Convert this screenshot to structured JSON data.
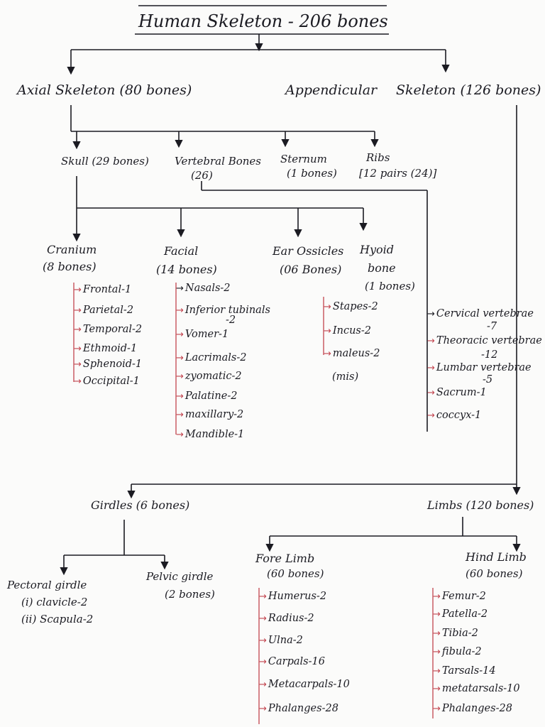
{
  "title": "Human Skeleton - 206 bones",
  "axial": {
    "label": "Axial Skeleton (80 bones)",
    "skull": {
      "label": "Skull (29 bones)",
      "cranium": {
        "label_1": "Cranium",
        "label_2": "(8 bones)",
        "items": [
          "Frontal-1",
          "Parietal-2",
          "Temporal-2",
          "Ethmoid-1",
          "Sphenoid-1",
          "Occipital-1"
        ]
      },
      "facial": {
        "label_1": "Facial",
        "label_2": "(14 bones)",
        "items": [
          "Nasals-2",
          "Inferior tubinals",
          "-2",
          "Vomer-1",
          "Lacrimals-2",
          "zyomatic-2",
          "Palatine-2",
          "maxillary-2",
          "Mandible-1"
        ]
      },
      "ear": {
        "label_1": "Ear Ossicles",
        "label_2": "(06 Bones)",
        "items": [
          "Stapes-2",
          "Incus-2",
          "maleus-2"
        ],
        "note": "(mis)"
      },
      "hyoid": {
        "label_1": "Hyoid",
        "label_2": "bone",
        "label_3": "(1 bones)"
      }
    },
    "vertebral": {
      "label_1": "Vertebral Bones",
      "label_2": "(26)",
      "items": [
        "Cervical vertebrae",
        "-7",
        "Theoracic vertebrae",
        "-12",
        "Lumbar vertebrae",
        "-5",
        "Sacrum-1",
        "coccyx-1"
      ]
    },
    "sternum": {
      "label_1": "Sternum",
      "label_2": "(1 bones)"
    },
    "ribs": {
      "label_1": "Ribs",
      "label_2": "[12 pairs (24)]"
    }
  },
  "appendicular": {
    "label_1": "Appendicular",
    "label_2": "Skeleton (126 bones)",
    "girdles": {
      "label": "Girdles (6 bones)",
      "pectoral": {
        "label": "Pectoral girdle",
        "items": [
          "(i) clavicle-2",
          "(ii) Scapula-2"
        ]
      },
      "pelvic": {
        "label_1": "Pelvic girdle",
        "label_2": "(2 bones)"
      }
    },
    "limbs": {
      "label": "Limbs (120 bones)",
      "fore": {
        "label_1": "Fore Limb",
        "label_2": "(60 bones)",
        "items": [
          "Humerus-2",
          "Radius-2",
          "Ulna-2",
          "Carpals-16",
          "Metacarpals-10",
          "Phalanges-28"
        ]
      },
      "hind": {
        "label_1": "Hind Limb",
        "label_2": "(60 bones)",
        "items": [
          "Femur-2",
          "Patella-2",
          "Tibia-2",
          "fibula-2",
          "Tarsals-14",
          "metatarsals-10",
          "Phalanges-28"
        ]
      }
    }
  },
  "arrow_glyph": "→",
  "colors": {
    "ink": "#1b1b22",
    "arrow": "#c2454f",
    "paper": "#fbfbfa"
  }
}
